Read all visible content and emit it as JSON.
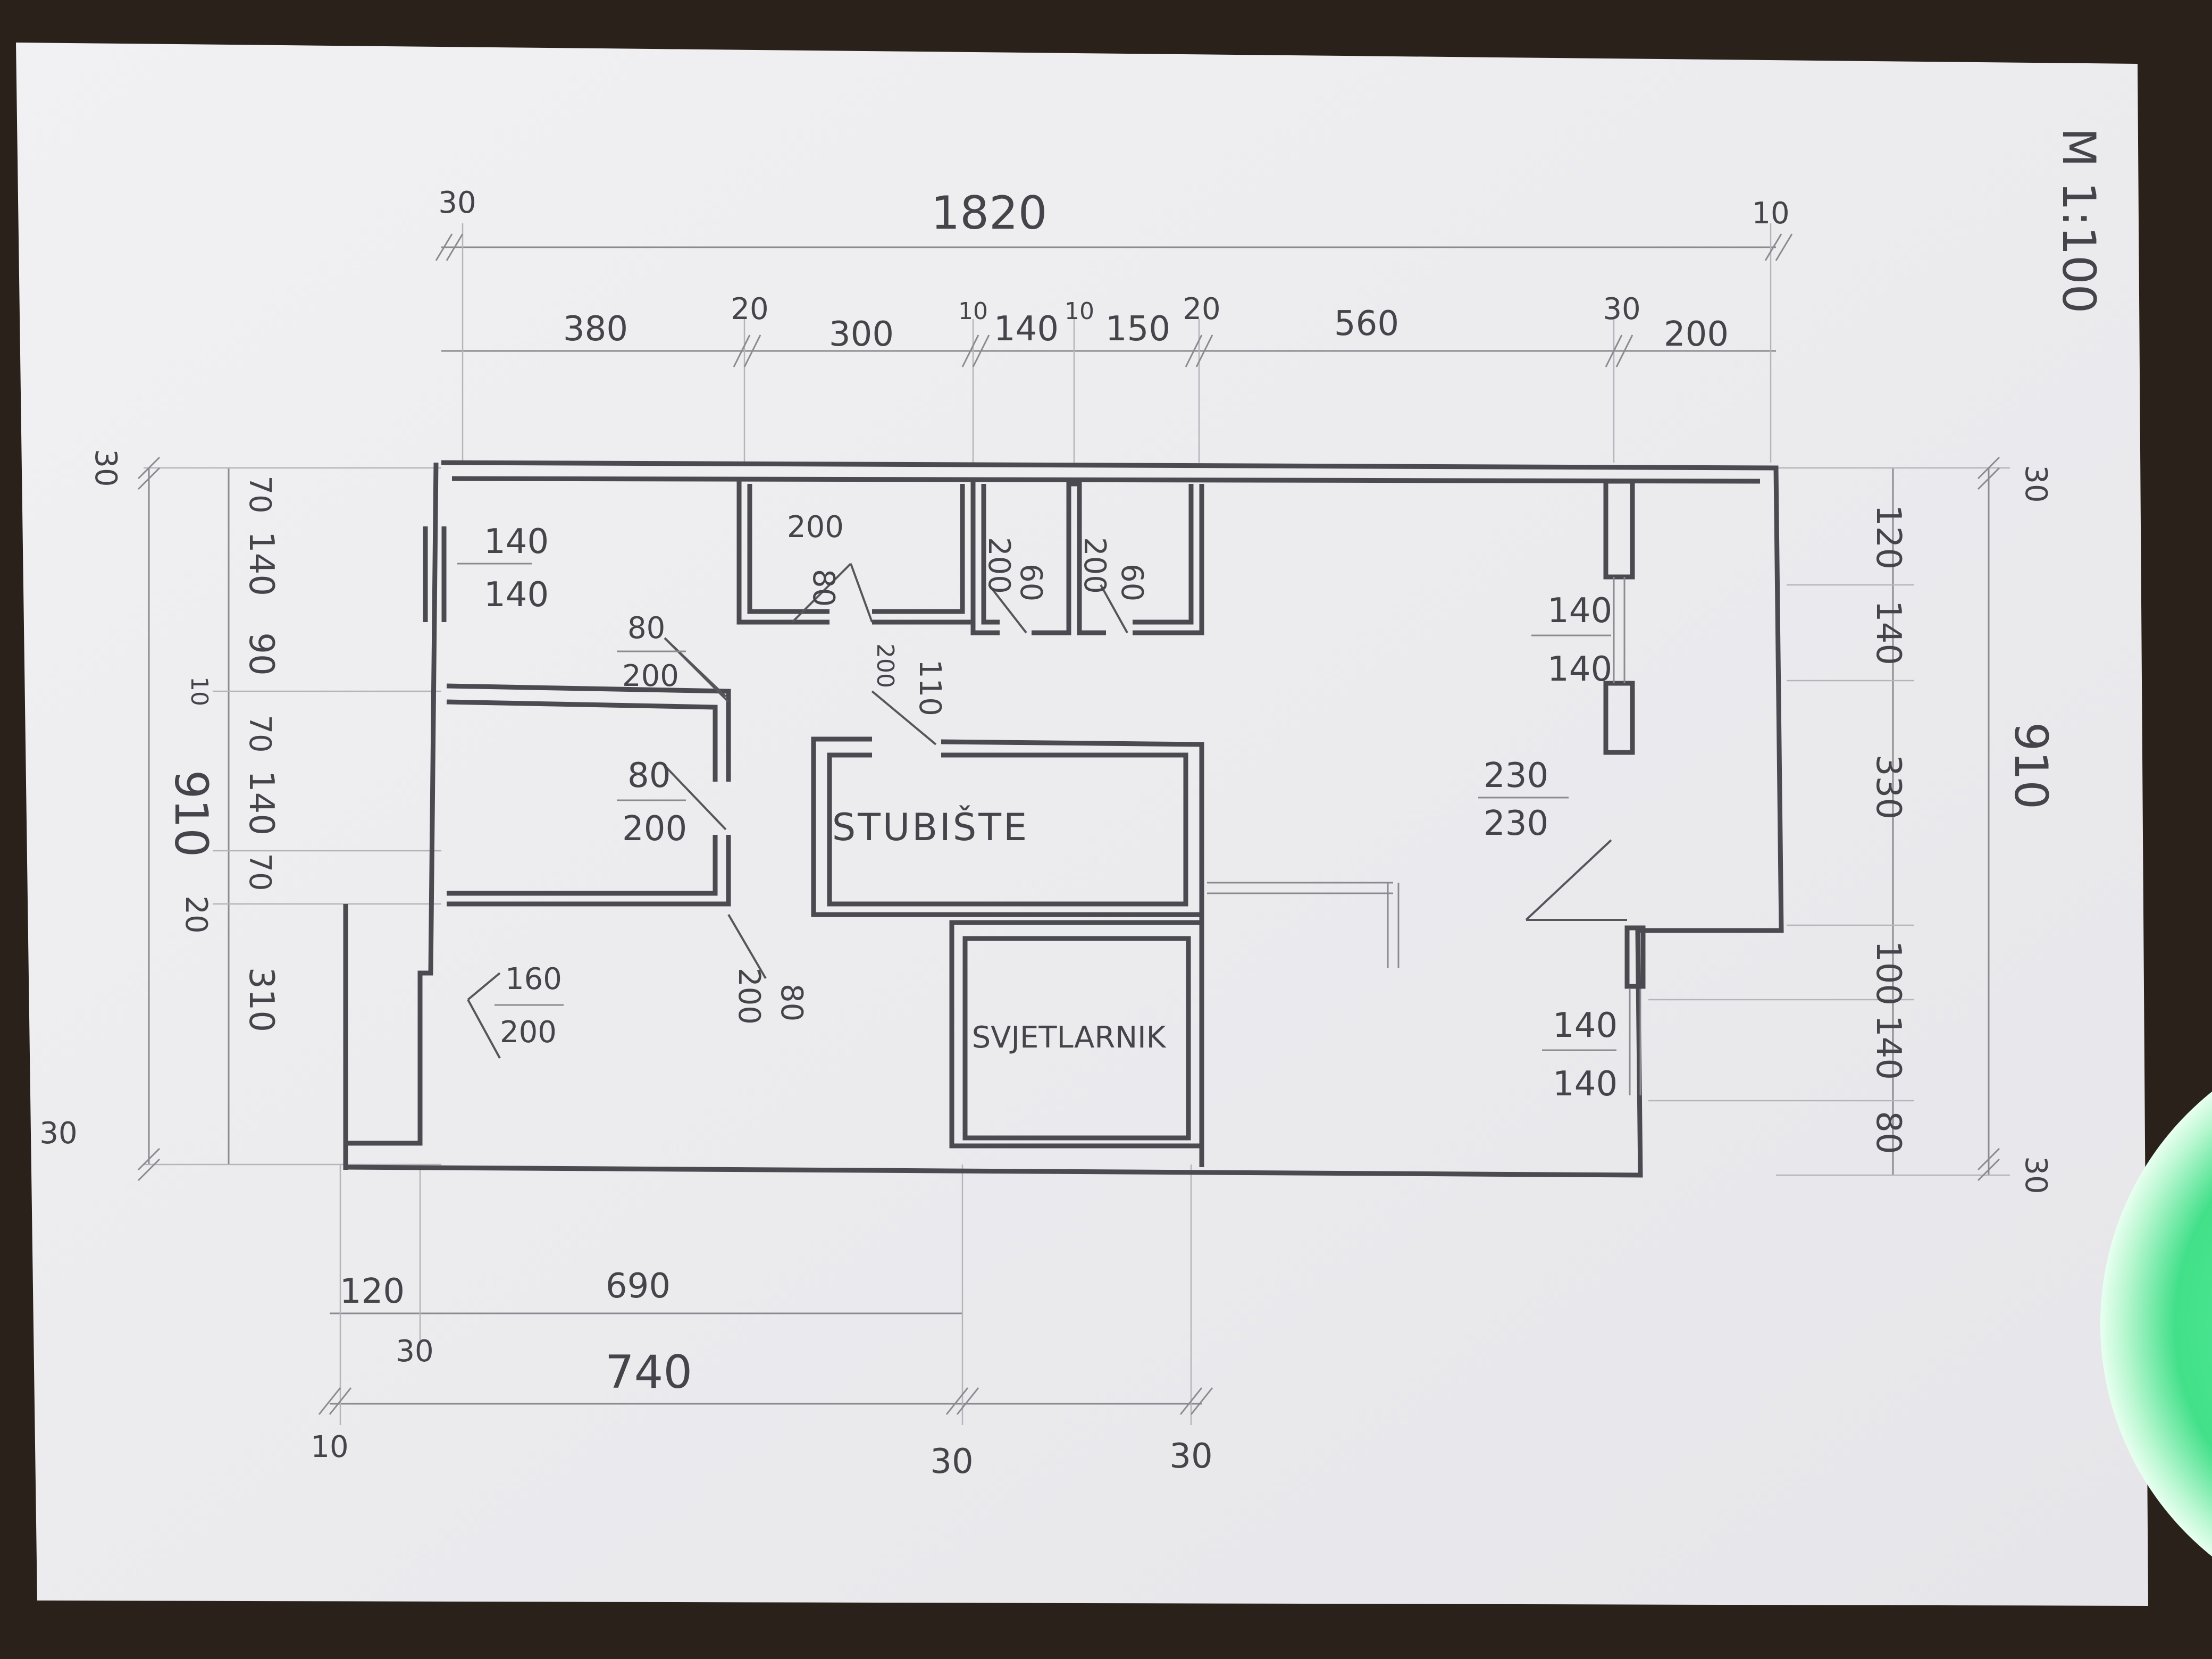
{
  "scale": "M 1:100",
  "rooms": {
    "stairs": "STUBIŠTE",
    "skylight": "SVJETLARNIK"
  },
  "top_dims": {
    "overall": "1820",
    "left_wall": "30",
    "right_wall": "10",
    "segments": [
      "380",
      "20",
      "300",
      "10",
      "140",
      "10",
      "150",
      "20",
      "560",
      "30",
      "200"
    ]
  },
  "bottom_dims": {
    "row1": [
      "120",
      "690"
    ],
    "wall_a": "30",
    "overall": "740",
    "wall_b": "10",
    "wall_c": "30",
    "wall_d": "30"
  },
  "left_dims": {
    "overall": "910",
    "top_wall": "30",
    "bottom_wall": "30",
    "segments": [
      "70",
      "140",
      "90",
      "10",
      "70",
      "140",
      "70",
      "20",
      "310"
    ]
  },
  "right_dims": {
    "overall": "910",
    "top_wall": "30",
    "bottom_wall": "30",
    "segments": [
      "120",
      "140",
      "330",
      "100",
      "140",
      "80"
    ]
  },
  "openings": {
    "win_left_top": [
      "140",
      "140"
    ],
    "door_hall_upper": [
      "80",
      "200"
    ],
    "door_hall_mid": [
      "80",
      "200"
    ],
    "door_room_a": [
      "80",
      "200"
    ],
    "door_wc_1": [
      "60",
      "200"
    ],
    "door_wc_2": [
      "60",
      "200"
    ],
    "door_stairs": [
      "110",
      "200"
    ],
    "door_entry": [
      "160",
      "200"
    ],
    "door_lower_mid": [
      "80",
      "200"
    ],
    "win_right_top": [
      "140",
      "140"
    ],
    "door_large": [
      "230",
      "230"
    ],
    "win_right_bottom": [
      "140",
      "140"
    ]
  },
  "colors": {
    "paper": "#efeff1",
    "ink": "#44444a",
    "background": "#2b211b",
    "glow": "#43e08a"
  }
}
